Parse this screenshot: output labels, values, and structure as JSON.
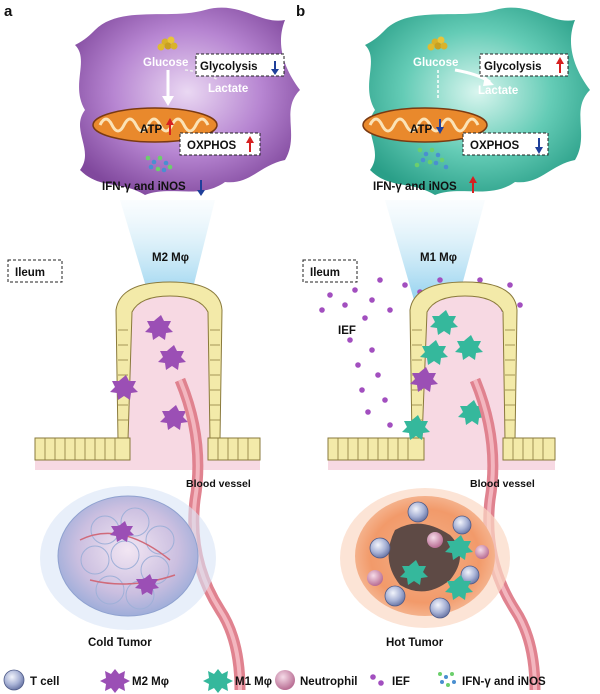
{
  "panels": [
    {
      "letter": "a",
      "glucose": "Glucose",
      "glycolysis": "Glycolysis",
      "glycolysis_dir": "down",
      "lactate": "Lactate",
      "atp": "ATP",
      "atp_dir": "up",
      "oxphos": "OXPHOS",
      "oxphos_dir": "up",
      "cytokines": "IFN-γ and iNOS",
      "cytokines_dir": "down",
      "macrophage": "M2 Mφ",
      "tissue": "Ileum",
      "iec": "",
      "vessel": "Blood vessel",
      "tumor": "Cold Tumor",
      "cell_color": "#9a5bb8"
    },
    {
      "letter": "b",
      "glucose": "Glucose",
      "glycolysis": "Glycolysis",
      "glycolysis_dir": "up",
      "lactate": "Lactate",
      "atp": "ATP",
      "atp_dir": "down",
      "oxphos": "OXPHOS",
      "oxphos_dir": "down",
      "cytokines": "IFN-γ and iNOS",
      "cytokines_dir": "up",
      "macrophage": "M1 Mφ",
      "tissue": "Ileum",
      "iec": "IEF",
      "vessel": "Blood vessel",
      "tumor": "Hot Tumor",
      "cell_color": "#3fbfa6"
    }
  ],
  "legend": [
    {
      "label": "T cell",
      "icon": "t-cell-icon"
    },
    {
      "label": "M2 Mφ",
      "icon": "m2-macrophage-icon"
    },
    {
      "label": "M1 Mφ",
      "icon": "m1-macrophage-icon"
    },
    {
      "label": "Neutrophil",
      "icon": "neutrophil-icon"
    },
    {
      "label": "IEF",
      "icon": "ief-dots-icon"
    },
    {
      "label": "IFN-γ and iNOS",
      "icon": "cytokine-dots-icon"
    }
  ],
  "colors": {
    "up_arrow": "#d62020",
    "down_arrow": "#1f3f9a",
    "m2": "#9b4fb5",
    "m1": "#35b89c",
    "villus_fill": "#f3eaa9",
    "tissue_pink": "#f7d9e3",
    "vessel": "#e0828f",
    "ief": "#a24fbf"
  }
}
